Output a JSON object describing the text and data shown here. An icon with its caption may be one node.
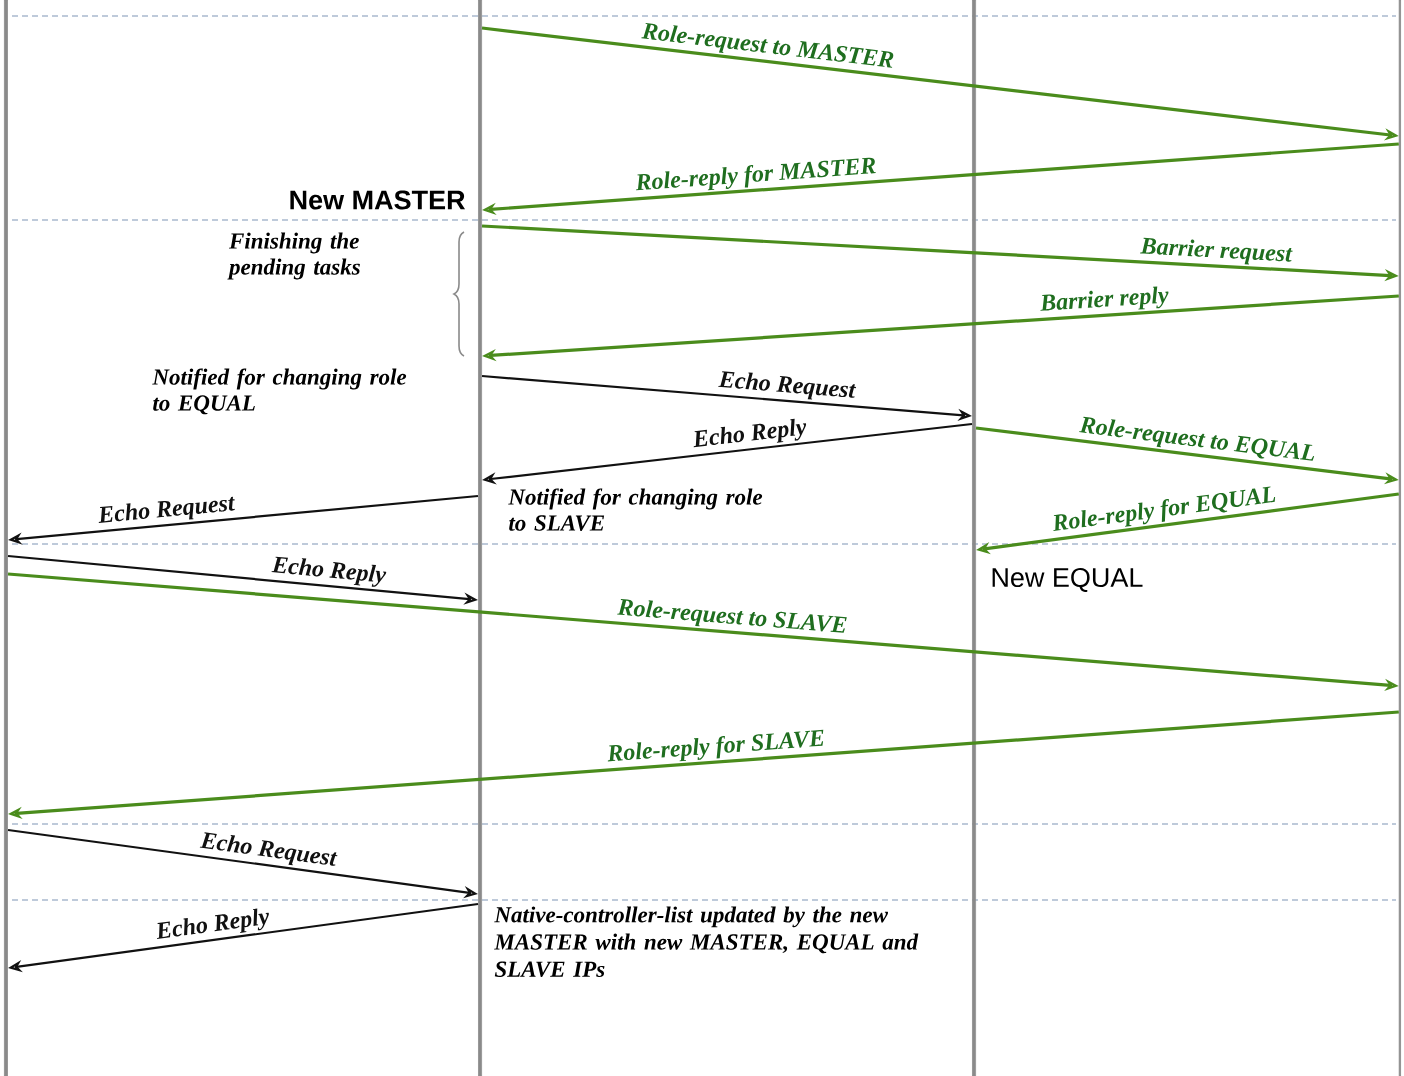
{
  "diagram": {
    "nodes": [
      {
        "text": [],
        "shape": "bar"
      },
      {
        "text": [],
        "shape": "bar"
      },
      {
        "text": [],
        "shape": "bar"
      },
      {
        "text": [],
        "shape": "bar"
      }
    ],
    "edges": [
      {
        "from": 1,
        "to": 3,
        "arrow": "to",
        "label": "Role-request to MASTER"
      },
      {
        "from": 3,
        "to": 1,
        "arrow": "to",
        "label": "Role-reply for MASTER"
      },
      {
        "from": 1,
        "to": 3,
        "arrow": "to",
        "label": "Barrier request"
      },
      {
        "from": 3,
        "to": 1,
        "arrow": "to",
        "label": "Barrier reply"
      },
      {
        "from": 1,
        "to": 2,
        "arrow": "to",
        "label": "Echo Request",
        "color": "#111111"
      },
      {
        "from": 2,
        "to": 1,
        "arrow": "to",
        "label": "Echo Reply",
        "color": "#111111"
      },
      {
        "from": 2,
        "to": 3,
        "arrow": "to",
        "label": "Role-request to EQUAL"
      },
      {
        "from": 3,
        "to": 2,
        "arrow": "to",
        "label": "Role-reply for EQUAL"
      },
      {
        "from": 1,
        "to": 0,
        "arrow": "to",
        "label": "Echo Request",
        "color": "#111111"
      },
      {
        "from": 0,
        "to": 1,
        "arrow": "to",
        "label": "Echo Reply",
        "color": "#111111"
      },
      {
        "from": 0,
        "to": 3,
        "arrow": "to",
        "label": "Role-request to SLAVE"
      },
      {
        "from": 3,
        "to": 0,
        "arrow": "to",
        "label": "Role-reply for SLAVE"
      },
      {
        "from": 0,
        "to": 1,
        "arrow": "to",
        "label": "Echo Request",
        "color": "#111111"
      },
      {
        "from": 1,
        "to": 0,
        "arrow": "to",
        "label": "Echo Reply",
        "color": "#111111"
      }
    ],
    "labels": [
      "New MASTER",
      "Finishing the pending tasks",
      "Notified for changing role to EQUAL",
      "Notified for changing role to SLAVE",
      "New EQUAL",
      "Native-controller-list updated by the new MASTER with new MASTER, EQUAL and SLAVE IPs"
    ]
  }
}
